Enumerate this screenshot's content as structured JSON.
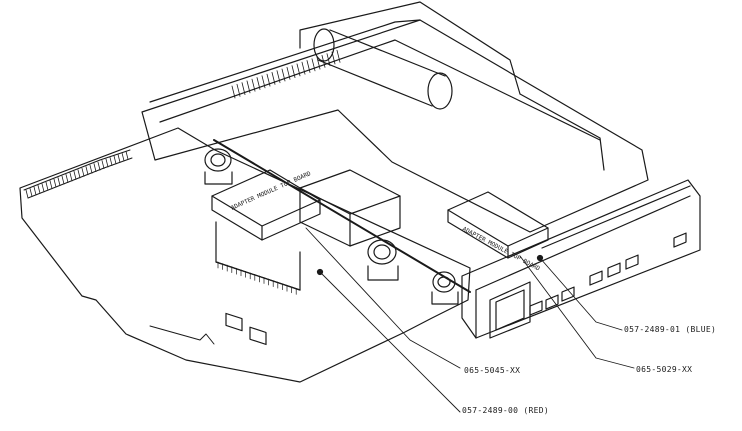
{
  "callouts": {
    "blue_part": "057-2489-01 (BLUE)",
    "red_part": "057-2489-00 (RED)",
    "module_a_part": "065-5045-XX",
    "module_b_part": "065-5029-XX"
  },
  "module_labels": {
    "module_a": "ADAPTER MODULE TOP BOARD",
    "module_b": "ADAPTER MODULE TOP BOARD"
  },
  "colors": {
    "ink": "#1a1a1a",
    "paper": "#ffffff"
  }
}
